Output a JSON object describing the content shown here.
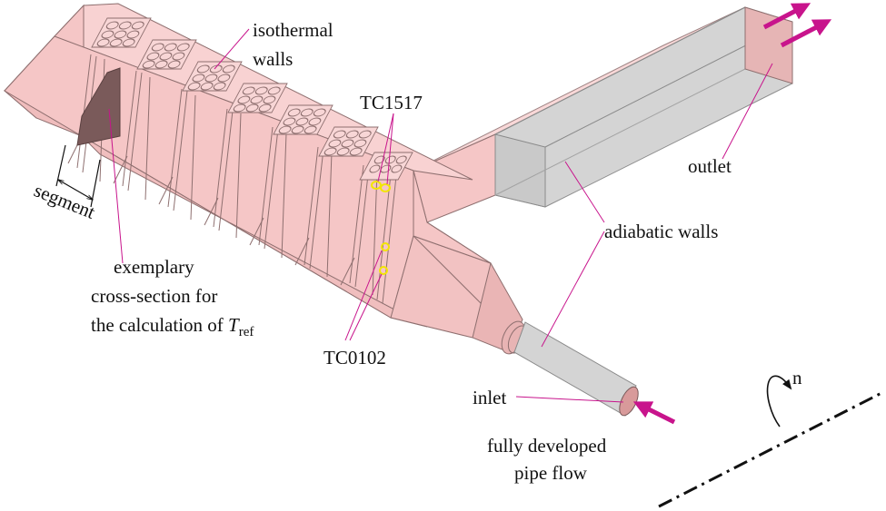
{
  "labels": {
    "isothermal_line1": "isothermal",
    "isothermal_line2": "walls",
    "tc1517": "TC1517",
    "tc0102": "TC0102",
    "outlet": "outlet",
    "adiabatic": "adiabatic walls",
    "segment": "segment",
    "exemplary_line1": "exemplary",
    "exemplary_line2": "cross-section for",
    "exemplary_line3_prefix": "the calculation of ",
    "tref_symbol": "T",
    "tref_subscript": "ref",
    "inlet": "inlet",
    "pipe_line1": "fully developed",
    "pipe_line2": "pipe flow",
    "rotation_n": "n"
  },
  "colors": {
    "channel_fill": "#f5c6c6",
    "channel_top": "#f8d2d2",
    "channel_edge": "#8e6f6f",
    "adiabatic_fill": "#d4d4d4",
    "adiabatic_edge": "#8a8a8a",
    "arrow_magenta": "#c8148c",
    "sensor_yellow": "#f2e600",
    "cross_section": "#7a5a5a"
  },
  "icons": {
    "flow_in": "arrow-icon",
    "flow_out": "arrow-icon",
    "rotation": "rotation-arrow-icon",
    "axis": "dash-dot-axis-icon"
  }
}
